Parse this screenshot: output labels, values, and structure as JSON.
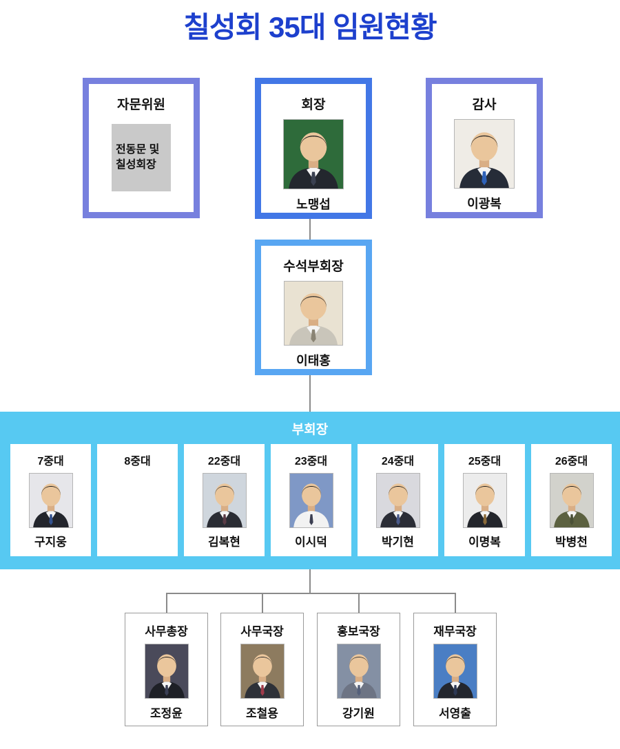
{
  "title": "칠성회 35대 임원현황",
  "colors": {
    "title_text": "#1d40cd",
    "advisor_border": "#7780de",
    "chairman_border": "#4277e6",
    "auditor_border": "#7780de",
    "senior_vice_border": "#58a6f2",
    "band_background": "#57c9f2",
    "band_title_text": "#ffffff",
    "connector_line": "#8a8a8a"
  },
  "advisor": {
    "title": "자문위원",
    "note_line1": "전동문 및",
    "note_line2": "칠성회장"
  },
  "chairman": {
    "title": "회장",
    "name": "노맹섭",
    "photo": {
      "bg": "#2e6b3a",
      "suit": "#23272e",
      "tie": "#3a4050",
      "hair": "#1d1d1d"
    }
  },
  "auditor": {
    "title": "감사",
    "name": "이광복",
    "photo": {
      "bg": "#efece6",
      "suit": "#262c38",
      "tie": "#2f62b8",
      "hair": "#262626"
    }
  },
  "senior_vice": {
    "title": "수석부회장",
    "name": "이태홍",
    "photo": {
      "bg": "#e9e2d2",
      "suit": "#c9c5ba",
      "tie": "#8a8474",
      "hair": "#262626"
    }
  },
  "vice_band": {
    "title": "부회장",
    "cards": [
      {
        "unit": "7중대",
        "name": "구지웅",
        "photo": {
          "bg": "#e6e6ea",
          "suit": "#23252c",
          "tie": "#33518e",
          "hair": "#1d1d1d"
        }
      },
      {
        "unit": "8중대",
        "name": "",
        "photo": null
      },
      {
        "unit": "22중대",
        "name": "김복현",
        "photo": {
          "bg": "#cfd6dd",
          "suit": "#2a2c33",
          "tie": "#5a3c46",
          "hair": "#2d2d2d"
        }
      },
      {
        "unit": "23중대",
        "name": "이시덕",
        "photo": {
          "bg": "#7f98c6",
          "suit": "#f2f2f2",
          "tie": "#3c3f52",
          "hair": "#1d1d1d"
        }
      },
      {
        "unit": "24중대",
        "name": "박기현",
        "photo": {
          "bg": "#d9d9de",
          "suit": "#2b2d36",
          "tie": "#4a5a8a",
          "hair": "#1d1d1d"
        }
      },
      {
        "unit": "25중대",
        "name": "이명복",
        "photo": {
          "bg": "#ececec",
          "suit": "#24262c",
          "tie": "#8a6a3a",
          "hair": "#1d1d1d"
        }
      },
      {
        "unit": "26중대",
        "name": "박병천",
        "photo": {
          "bg": "#d2d2cc",
          "suit": "#5c6140",
          "tie": "#4a5036",
          "hair": "#1d1d1d"
        }
      }
    ]
  },
  "secretariat": [
    {
      "title": "사무총장",
      "name": "조정윤",
      "photo": {
        "bg": "#4a4a5a",
        "suit": "#1e2026",
        "tie": "#3a3f55",
        "hair": "#1a1a1a"
      }
    },
    {
      "title": "사무국장",
      "name": "조철용",
      "photo": {
        "bg": "#8d7b5f",
        "suit": "#2e3138",
        "tie": "#a03a4a",
        "hair": "#2a2a2a"
      }
    },
    {
      "title": "홍보국장",
      "name": "강기원",
      "photo": {
        "bg": "#8490a4",
        "suit": "#6d7484",
        "tie": "#55607a",
        "hair": "#3a3a3a"
      }
    },
    {
      "title": "재무국장",
      "name": "서영출",
      "photo": {
        "bg": "#4a7ec4",
        "suit": "#23262e",
        "tie": "#2e3a56",
        "hair": "#1d1d1d"
      }
    }
  ]
}
